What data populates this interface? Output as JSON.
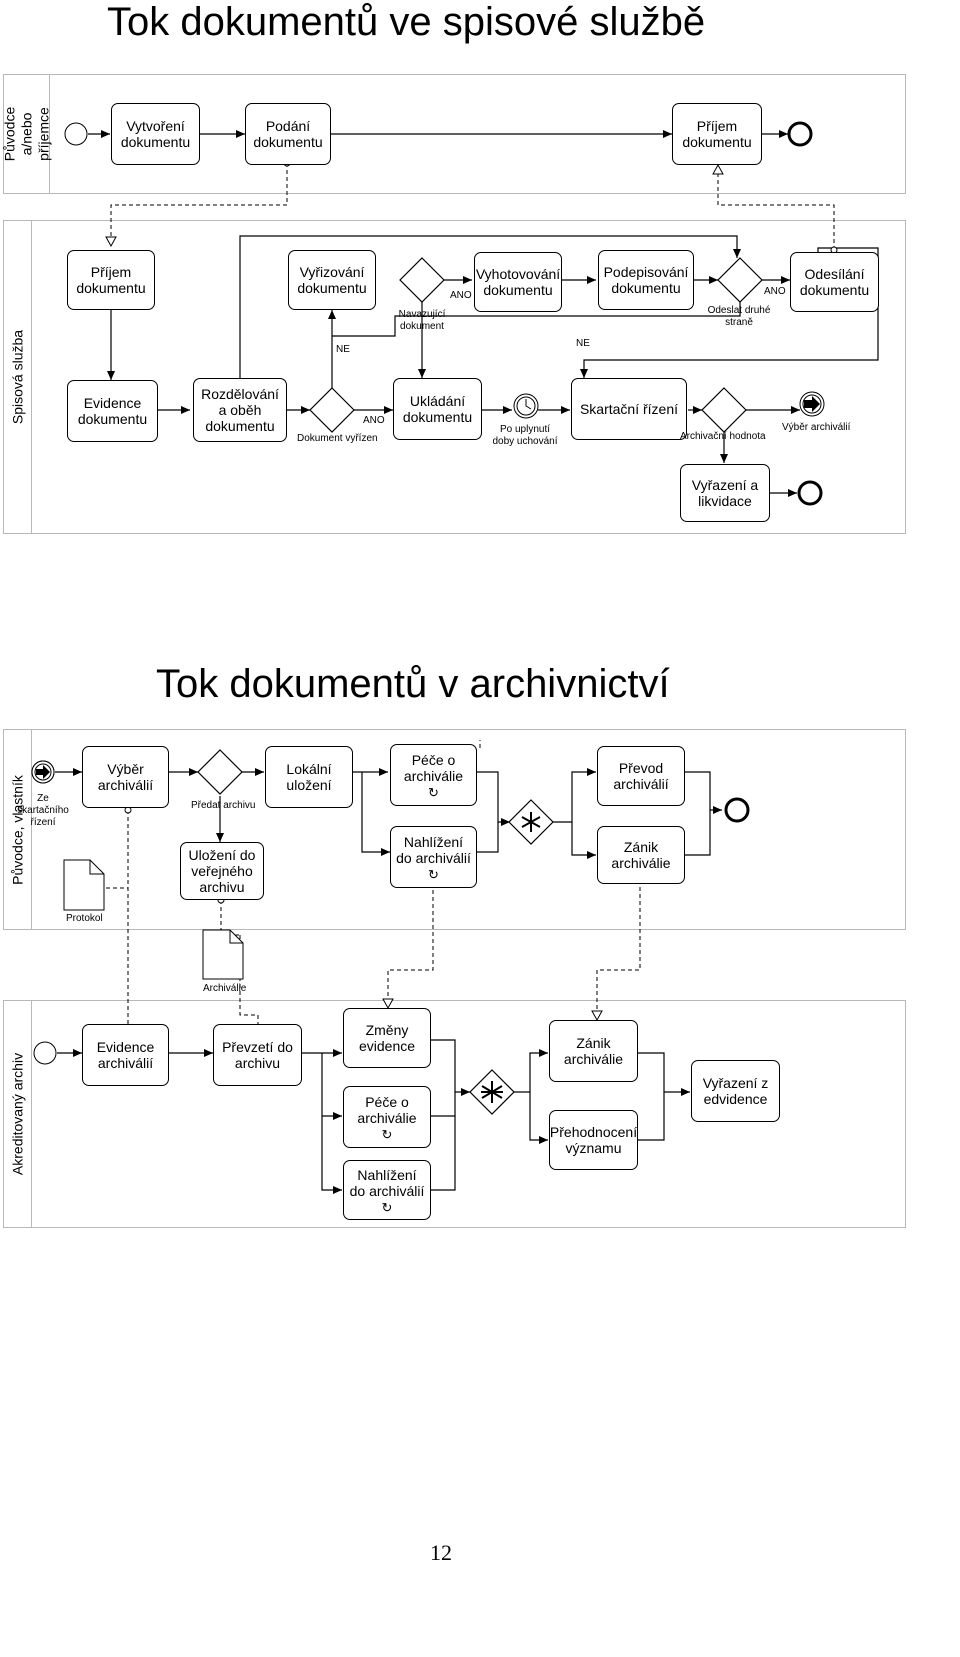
{
  "titles": {
    "services": "Tok dokumentů ve spisové službě",
    "archives": "Tok dokumentů v archivnictví"
  },
  "page_number": "12",
  "pools": {
    "originator": "Původce a/nebo příjemce",
    "registry": "Spisová služba",
    "owner": "Původce, vlastník",
    "archive": "Akreditovaný archiv"
  },
  "tasks": {
    "create": "Vytvoření dokumentu",
    "submit": "Podání dokumentu",
    "receive_top": "Příjem dokumentu",
    "receive": "Příjem dokumentu",
    "evidence": "Evidence dokumentu",
    "distribute": "Rozdělování a oběh dokumentu",
    "process": "Vyřizování dokumentu",
    "store": "Ukládání dokumentu",
    "draft": "Vyhotovování dokumentu",
    "sign": "Podepisování dokumentu",
    "send": "Odesílání dokumentu",
    "shred": "Skartační řízení",
    "discard": "Vyřazení a likvidace",
    "select": "Výběr archiválií",
    "local": "Lokální uložení",
    "care_owner": "Péče o archiválie",
    "access_owner": "Nahlížení do archiválií",
    "transfer": "Převod archiválií",
    "demise_owner": "Zánik archiválie",
    "public_store": "Uložení do veřejného archivu",
    "arch_evidence": "Evidence archiválií",
    "takeover": "Převzetí do archivu",
    "changes": "Změny evidence",
    "care_arch": "Péče o archiválie",
    "access_arch": "Nahlížení do archiválií",
    "demise_arch": "Zánik archiválie",
    "reassess": "Přehodnocení významu",
    "remove": "Vyřazení z edvidence"
  },
  "labels": {
    "ano1": "ANO",
    "ano2": "ANO",
    "ano3": "ANO",
    "ne1": "NE",
    "ne2": "NE",
    "doc_done": "Dokument vyřízen",
    "follow_up": "Navazující dokument",
    "send_other": "Odeslat druhé straně",
    "timer": "Po uplynutí doby uchování",
    "arch_value": "Archivační hodnota",
    "select_evt": "Výběr archiválií",
    "from_shred": "Ze skartačního řízení",
    "hand_over": "Předat archivu",
    "protocol": "Protokol",
    "archivalia": "Archiválie"
  },
  "icons": {
    "start": "start-event-circle",
    "end": "end-event-circle",
    "gateway": "exclusive-gateway-diamond",
    "timer": "timer-clock-icon",
    "signal": "message-arrow-icon",
    "complex": "complex-gateway-asterisk",
    "document": "document-icon",
    "loop": "loop-marker-icon"
  }
}
